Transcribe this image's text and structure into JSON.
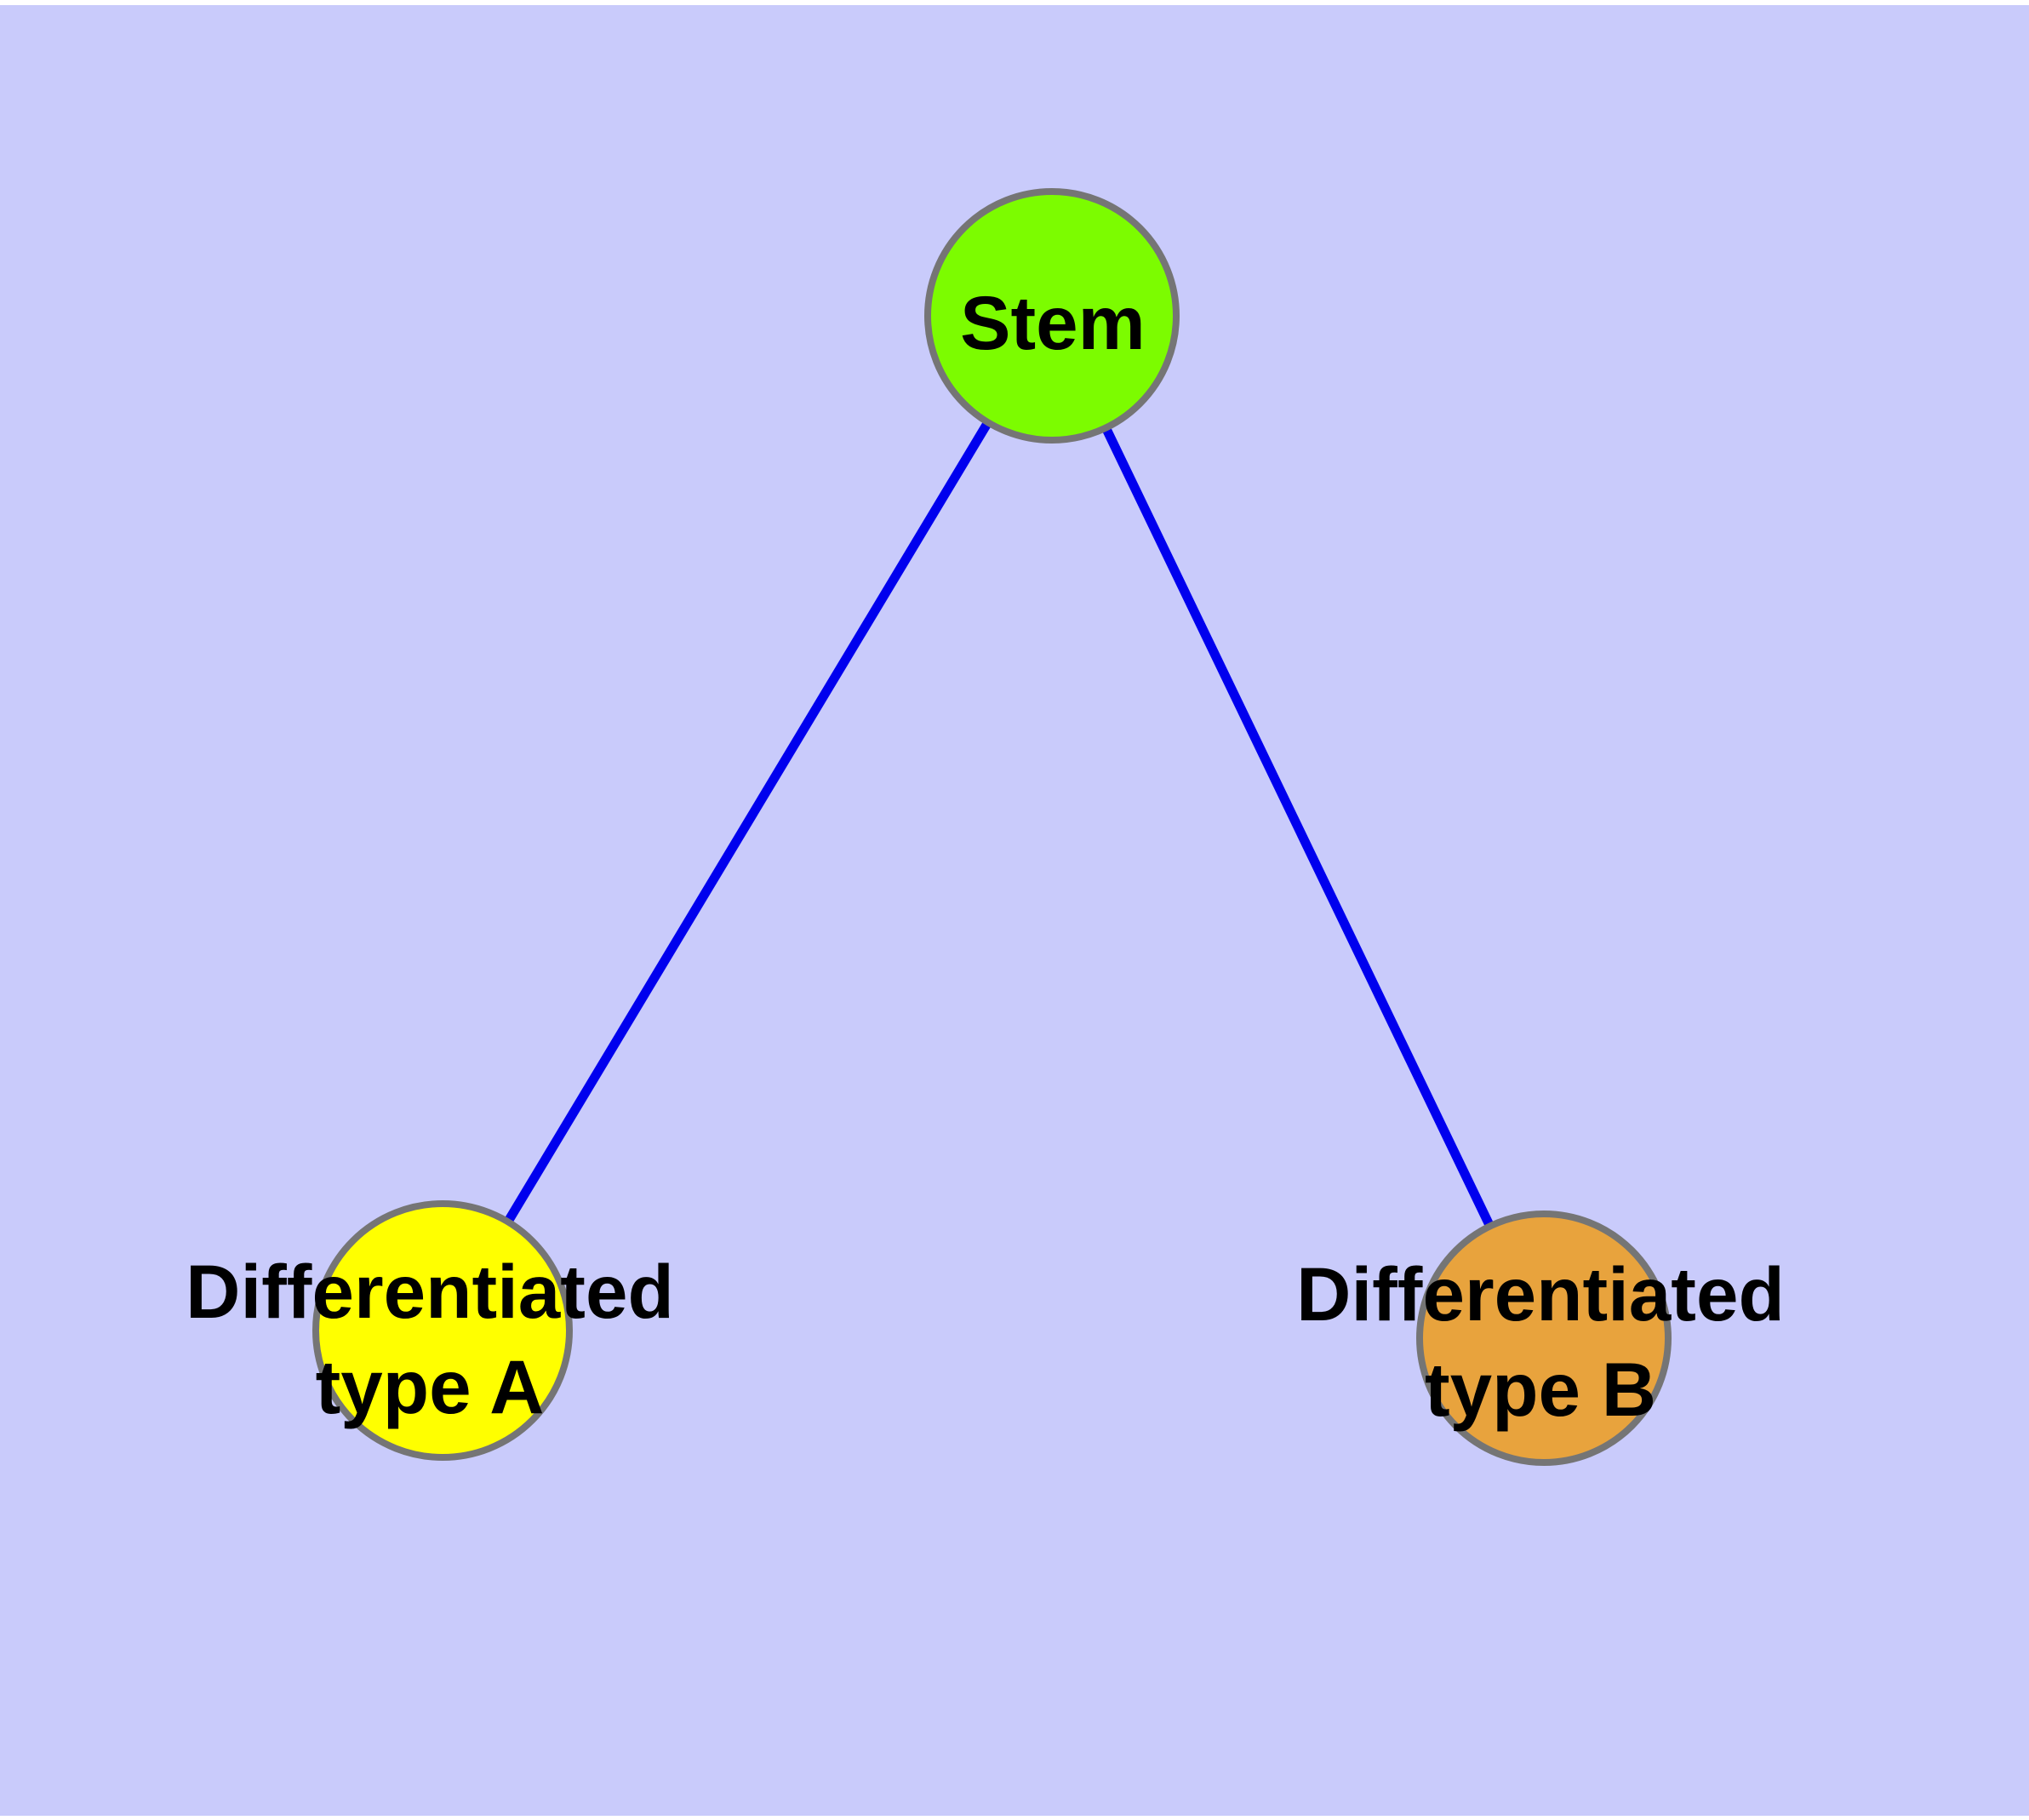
{
  "diagram": {
    "background_color": "#C9CBFB",
    "margin_color": "#FFFFFF",
    "edge_color": "#0000EE",
    "node_border_color": "#757575",
    "label_color": "#000000",
    "nodes": [
      {
        "id": "stem",
        "label": "Stem",
        "fill": "#7CFC00"
      },
      {
        "id": "differentiated-type-a",
        "label_line1": "Differentiated",
        "label_line2": "type A",
        "fill": "#FFFF00"
      },
      {
        "id": "differentiated-type-b",
        "label_line1": "Differentiated",
        "label_line2": "type B",
        "fill": "#E8A33D"
      }
    ],
    "edges": [
      {
        "from": "Stem",
        "to": "Differentiated type A"
      },
      {
        "from": "Stem",
        "to": "Differentiated type B"
      }
    ]
  }
}
